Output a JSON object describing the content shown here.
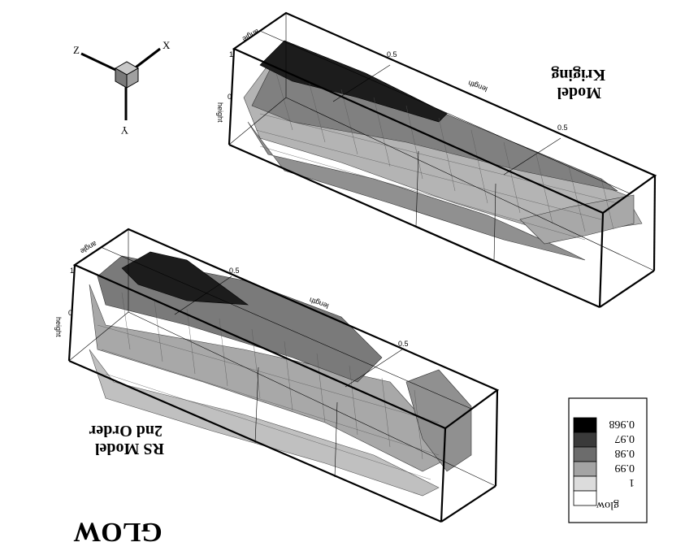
{
  "title": "GLOW",
  "top_model": {
    "line1": "Model",
    "line2": "Kriging"
  },
  "bottom_model": {
    "line1": "RS Model",
    "line2": "2nd Order"
  },
  "box_labels": {
    "angle": "angle",
    "length": "length",
    "height": "height"
  },
  "tick_labels": {
    "zero": "0",
    "one": "1",
    "half": "0.5"
  },
  "axes_indicator": {
    "x": "X",
    "y": "Y",
    "z": "Z"
  },
  "legend": {
    "title": "glow",
    "levels": [
      {
        "label": "0.968",
        "color": "#000000"
      },
      {
        "label": "0.97",
        "color": "#3a3a3a"
      },
      {
        "label": "0.98",
        "color": "#6c6c6c"
      },
      {
        "label": "0.99",
        "color": "#a4a4a4"
      },
      {
        "label": "1",
        "color": "#dcdcdc"
      },
      {
        "label": "",
        "color": "#ffffff"
      }
    ]
  },
  "colors": {
    "dark": "#1c1c1c",
    "mid": "#5a5a5a",
    "gray": "#888888",
    "light": "#b4b4b4",
    "pale": "#d8d8d8"
  }
}
